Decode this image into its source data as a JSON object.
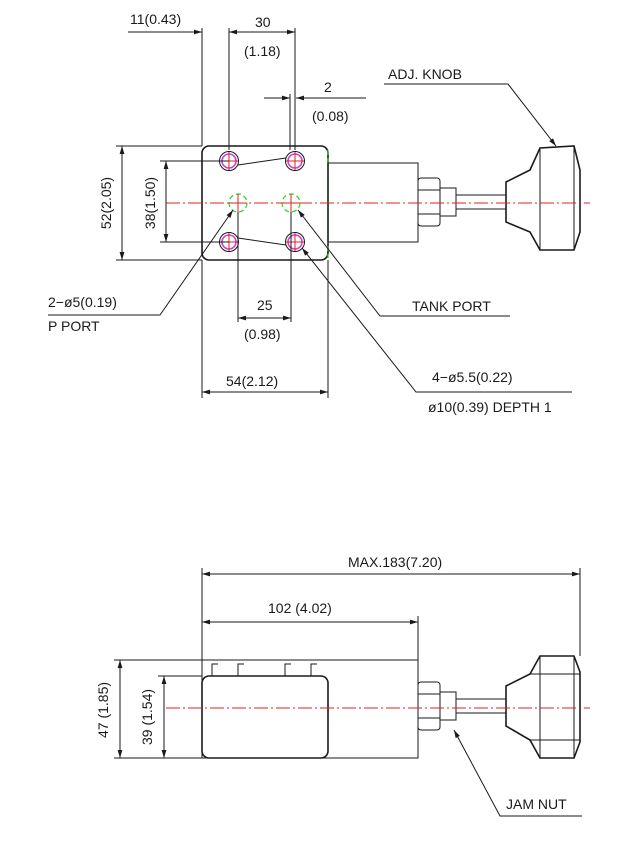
{
  "colors": {
    "outline": "#1a1a1a",
    "centerline": "#e02020",
    "hidden_port": "#2bd02b",
    "mount_hole": "#cc44cc"
  },
  "top_view": {
    "dim_11": "11(0.43)",
    "dim_30_a": "30",
    "dim_30_b": "(1.18)",
    "dim_2_a": "2",
    "dim_2_b": "(0.08)",
    "adj_knob": "ADJ. KNOB",
    "dim_52": "52(2.05)",
    "dim_38": "38(1.50)",
    "p_port_dim": "2−ø5(0.19)",
    "p_port": "P PORT",
    "dim_25_a": "25",
    "dim_25_b": "(0.98)",
    "tank_port": "TANK PORT",
    "dim_54": "54(2.12)",
    "holes_dim": "4−ø5.5(0.22)",
    "counterbore": "ø10(0.39)  DEPTH  1"
  },
  "side_view": {
    "dim_max": "MAX.183(7.20)",
    "dim_102": "102  (4.02)",
    "dim_47": "47 (1.85)",
    "dim_39": "39 (1.54)",
    "jam_nut": "JAM NUT"
  }
}
